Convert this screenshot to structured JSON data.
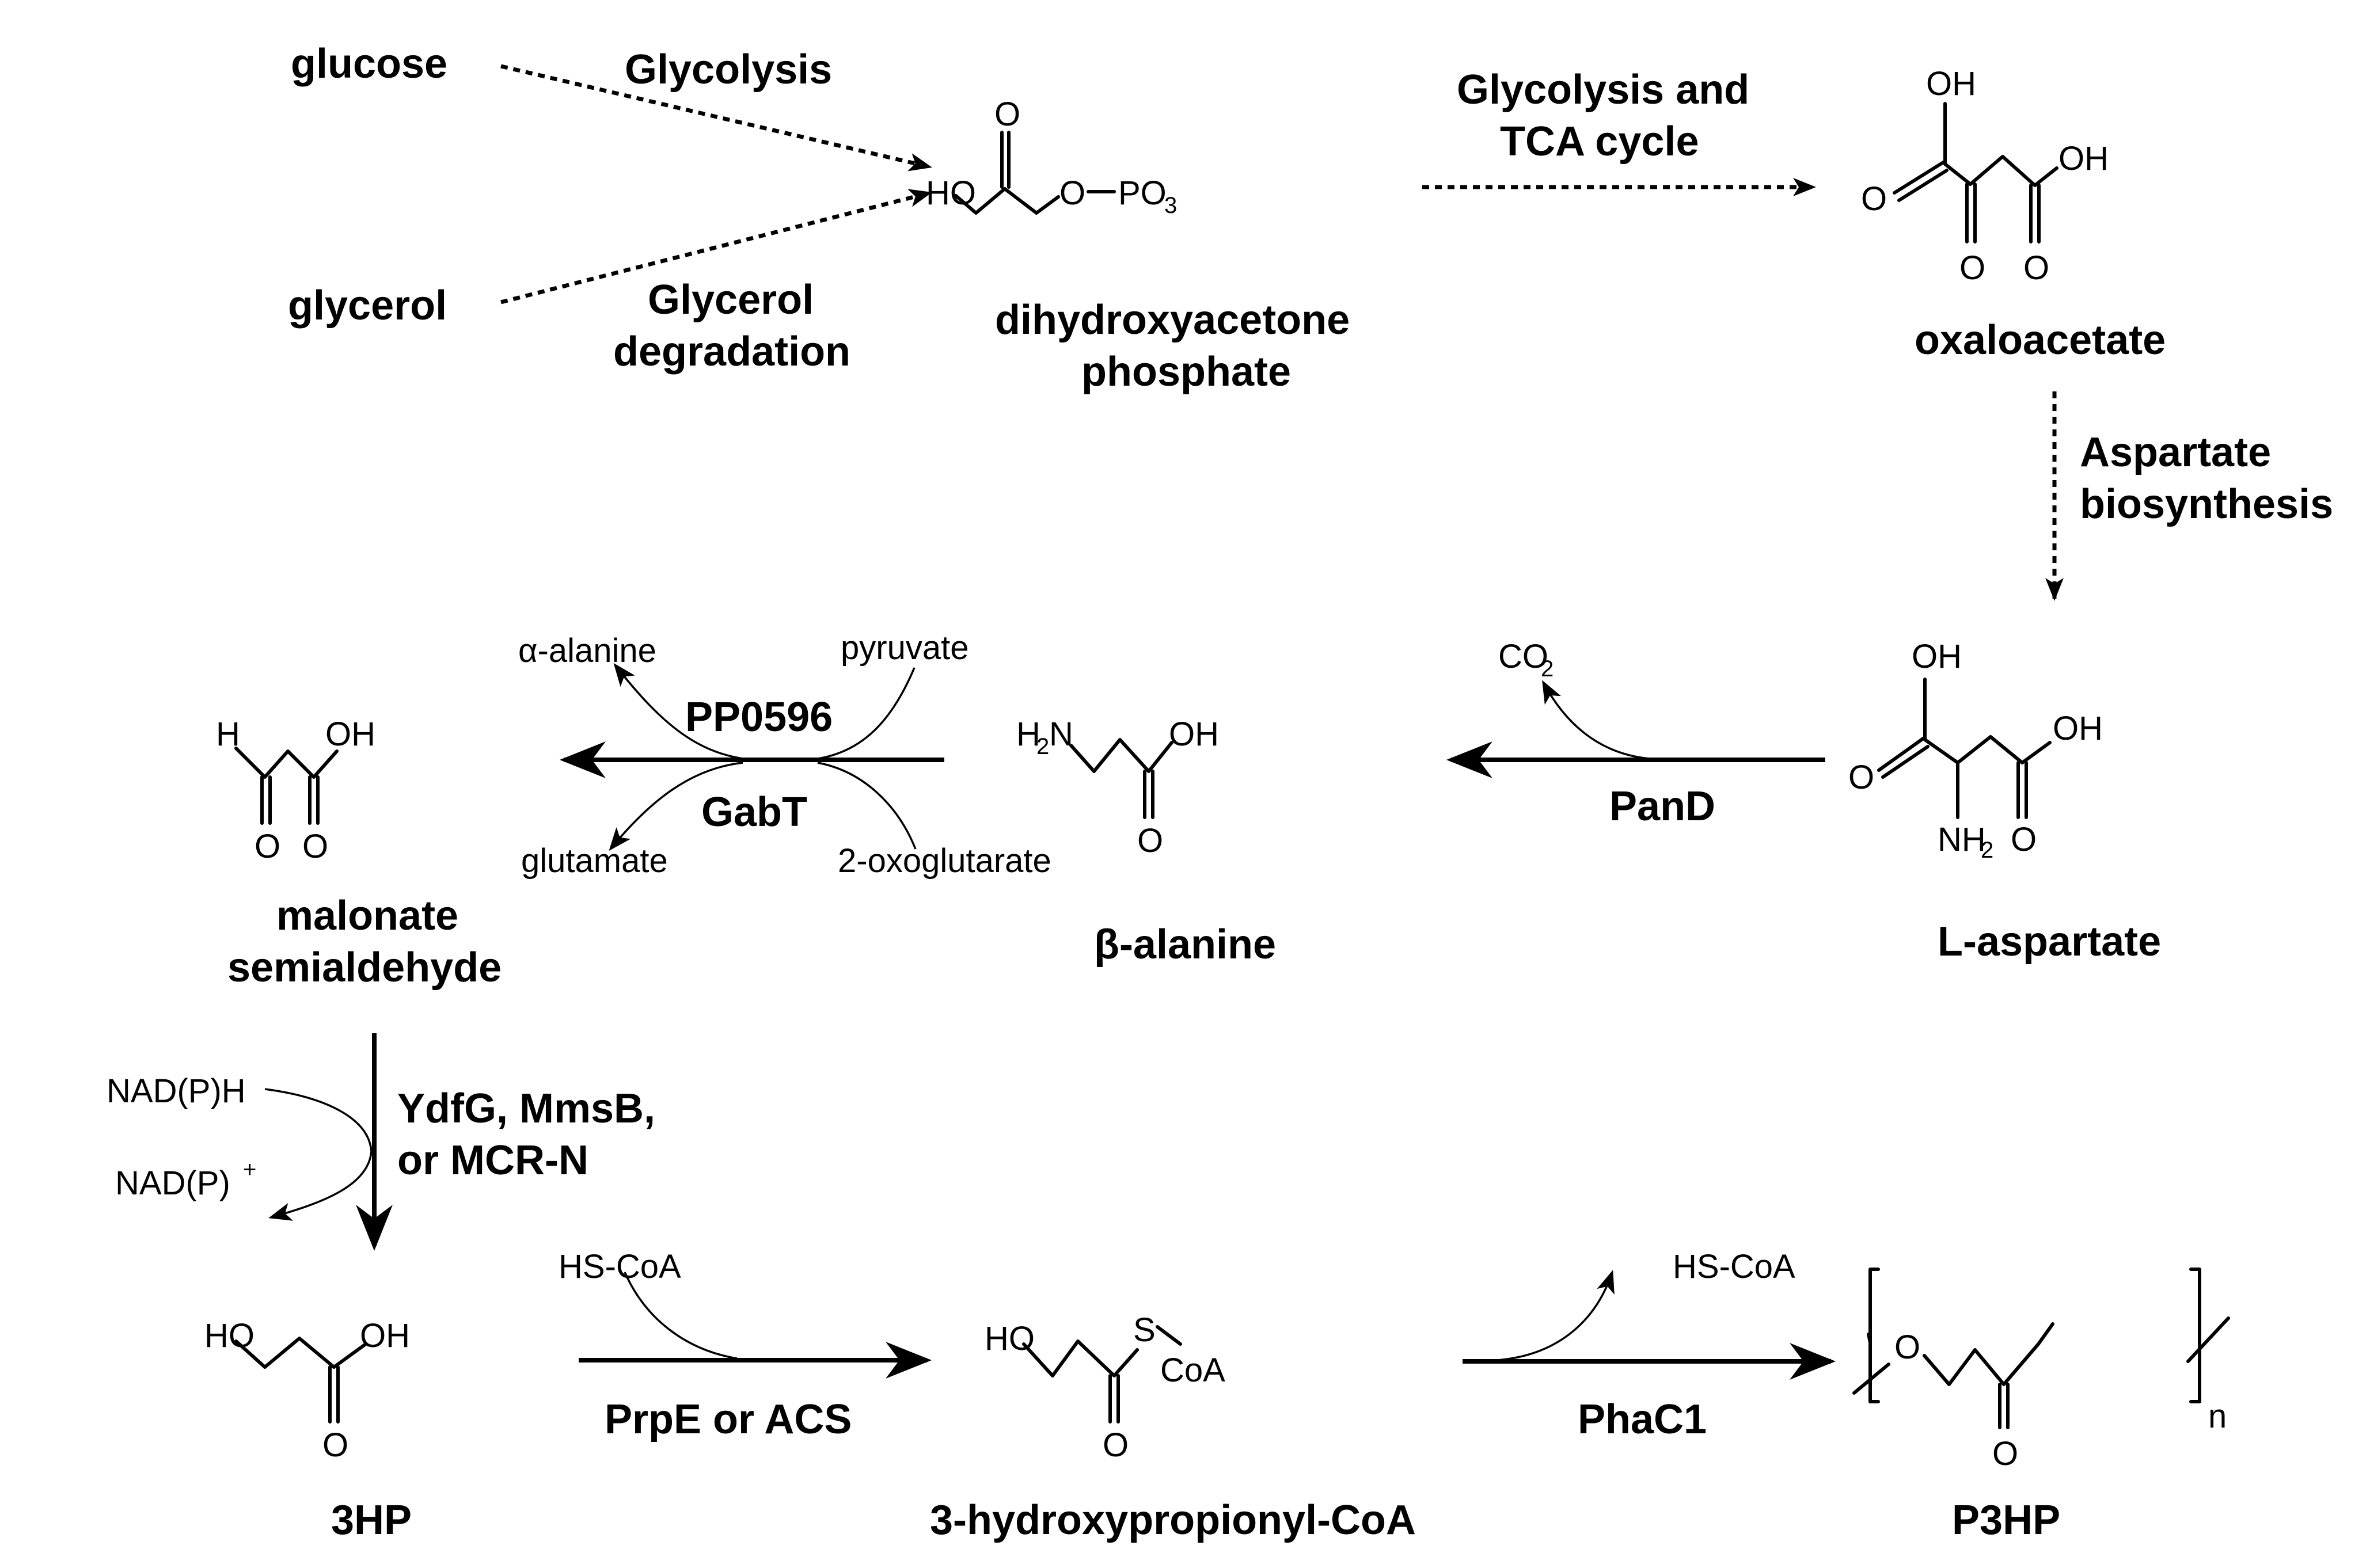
{
  "title": "Biosynthetic pathway from glucose/glycerol to P3HP via beta-alanine",
  "substrates": {
    "glucose": "glucose",
    "glycerol": "glycerol"
  },
  "compounds": {
    "dhap": {
      "name_line1": "dihydroxyacetone",
      "name_line2": "phosphate",
      "atoms": {
        "ho": "HO",
        "o_top": "O",
        "o_link": "O",
        "po3": "PO",
        "po3_sub": "3"
      }
    },
    "oxaloacetate": {
      "name": "oxaloacetate",
      "atoms": {
        "oh_top": "OH",
        "oh_right": "OH",
        "o_left": "O",
        "o_mid": "O",
        "o_right": "O"
      }
    },
    "l_aspartate": {
      "name": "L-aspartate",
      "atoms": {
        "oh_top": "OH",
        "oh_right": "OH",
        "o_left": "O",
        "nh2": "NH",
        "nh2_sub": "2",
        "o_right": "O"
      }
    },
    "beta_alanine": {
      "name": "β-alanine",
      "atoms": {
        "h2n": "H",
        "h2n_sub": "2",
        "h2n_n": "N",
        "oh": "OH",
        "o": "O"
      }
    },
    "malonate_semialdehyde": {
      "name_line1": "malonate",
      "name_line2": "semialdehyde",
      "atoms": {
        "h": "H",
        "oh": "OH",
        "o1": "O",
        "o2": "O"
      }
    },
    "hp3": {
      "name": "3HP",
      "atoms": {
        "ho": "HO",
        "oh": "OH",
        "o": "O"
      }
    },
    "hp_coa": {
      "name": "3-hydroxypropionyl-CoA",
      "atoms": {
        "ho": "HO",
        "s": "S",
        "coa": "CoA",
        "o": "O"
      }
    },
    "p3hp": {
      "name": "P3HP",
      "atoms": {
        "o_chain": "O",
        "o_carbonyl": "O",
        "n": "n"
      }
    }
  },
  "reactions": {
    "glycolysis": "Glycolysis",
    "glycerol_degradation_1": "Glycerol",
    "glycerol_degradation_2": "degradation",
    "glycolysis_tca_1": "Glycolysis and",
    "glycolysis_tca_2": "TCA cycle",
    "aspartate_biosynthesis_1": "Aspartate",
    "aspartate_biosynthesis_2": "biosynthesis",
    "pand": "PanD",
    "pp0596": "PP0596",
    "gabt": "GabT",
    "reductase_1": "YdfG, MmsB,",
    "reductase_2": "or MCR-N",
    "prpe_acs": "PrpE or ACS",
    "phac1": "PhaC1"
  },
  "cofactors": {
    "co2": "CO",
    "co2_sub": "2",
    "alpha_alanine": "α-alanine",
    "pyruvate": "pyruvate",
    "glutamate": "glutamate",
    "oxoglutarate": "2-oxoglutarate",
    "nadph": "NAD(P)H",
    "nadp": "NAD(P)",
    "nadp_sup": "+",
    "hscoa_in": "HS-CoA",
    "hscoa_out": "HS-CoA"
  }
}
